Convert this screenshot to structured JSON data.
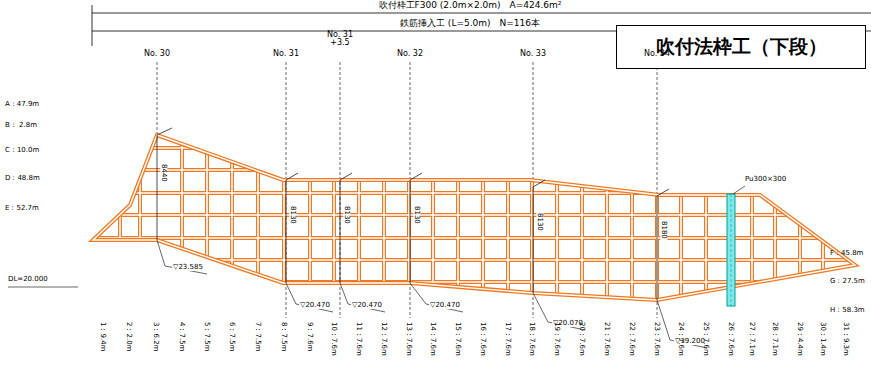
{
  "diagram": {
    "nodes": [
      {
        "text": [
          "吹付法枠工（下段）"
        ]
      }
    ],
    "labels": [
      "吹付枠工F300 (2.0m×2.0m)　A=424.6m²",
      "鉄筋挿入工 (L=5.0m)　N=116本",
      "No. 30",
      "No. 31",
      "No. 31 +3.5",
      "No. 32",
      "No. 33",
      "No. 34",
      "A：47.9m",
      "B： 2.8m",
      "C：10.0m",
      "D：48.8m",
      "E：52.7m",
      "F：45.8m",
      "G：27.5m",
      "H：58.3m",
      "DL=20.000",
      "8440",
      "8130",
      "8130",
      "8130",
      "8130",
      "8180",
      "Pu300×300",
      "▽23.585",
      "▽20.470",
      "▽20.470",
      "▽20.470",
      "▽20.070",
      "▽19.200",
      "1：9.4m",
      "2：2.0m",
      "3：6.2m",
      "4：7.5m",
      "5：7.5m",
      "6：7.5m",
      "7：7.5m",
      "8：7.5m",
      "9：7.6m",
      "10：7.6m",
      "11：7.6m",
      "12：7.6m",
      "13：7.6m",
      "14：7.6m",
      "15：7.6m",
      "16：7.6m",
      "17：7.6m",
      "18：7.6m",
      "19：7.6m",
      "20：7.6m",
      "21：7.6m",
      "22：7.6m",
      "23：7.6m",
      "24：7.6m",
      "25：7.6m",
      "26：7.6m",
      "27：7.1m",
      "28：7.1m",
      "29：4.4m",
      "30：1.4m",
      "31：9.3m"
    ]
  }
}
